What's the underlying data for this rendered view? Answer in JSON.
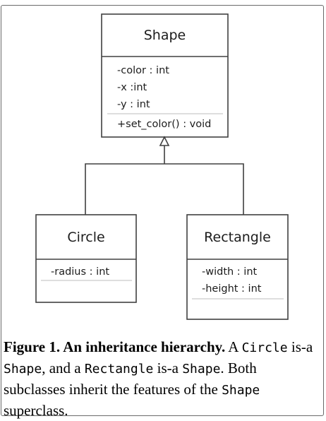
{
  "diagram": {
    "classes": {
      "shape": {
        "name": "Shape",
        "attributes": [
          "-color : int",
          "-x :int",
          "-y : int"
        ],
        "operations": [
          "+set_color() : void"
        ]
      },
      "circle": {
        "name": "Circle",
        "attributes": [
          "-radius : int"
        ],
        "operations": []
      },
      "rectangle": {
        "name": "Rectangle",
        "attributes": [
          "-width : int",
          "-height : int"
        ],
        "operations": []
      }
    },
    "relations": [
      {
        "from": "Circle",
        "to": "Shape",
        "type": "inheritance"
      },
      {
        "from": "Rectangle",
        "to": "Shape",
        "type": "inheritance"
      }
    ]
  },
  "caption": {
    "label": "Figure 1. An inheritance hierarchy.",
    "t1": " A ",
    "c1": "Circle",
    "t2": " is-a ",
    "c2": "Shape",
    "t3": ", and a ",
    "c3": "Rectangle",
    "t4": " is-a ",
    "c4": "Shape",
    "t5": ". Both subclasses inherit the features of the ",
    "c5": "Shape",
    "t6": " superclass."
  }
}
